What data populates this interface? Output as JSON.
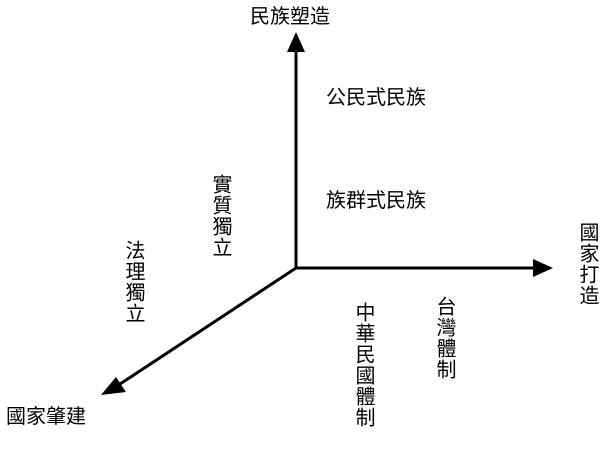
{
  "axes": {
    "vertical_label": "民族塑造",
    "horizontal_label": "國家打造",
    "diagonal_label": "國家肇建"
  },
  "vertical_axis_items": {
    "upper": "公民式民族",
    "lower": "族群式民族"
  },
  "horizontal_axis_items": {
    "near": "中華民國體制",
    "far": "台灣體制"
  },
  "diagonal_axis_items": {
    "near": "實質獨立",
    "far": "法理獨立"
  }
}
